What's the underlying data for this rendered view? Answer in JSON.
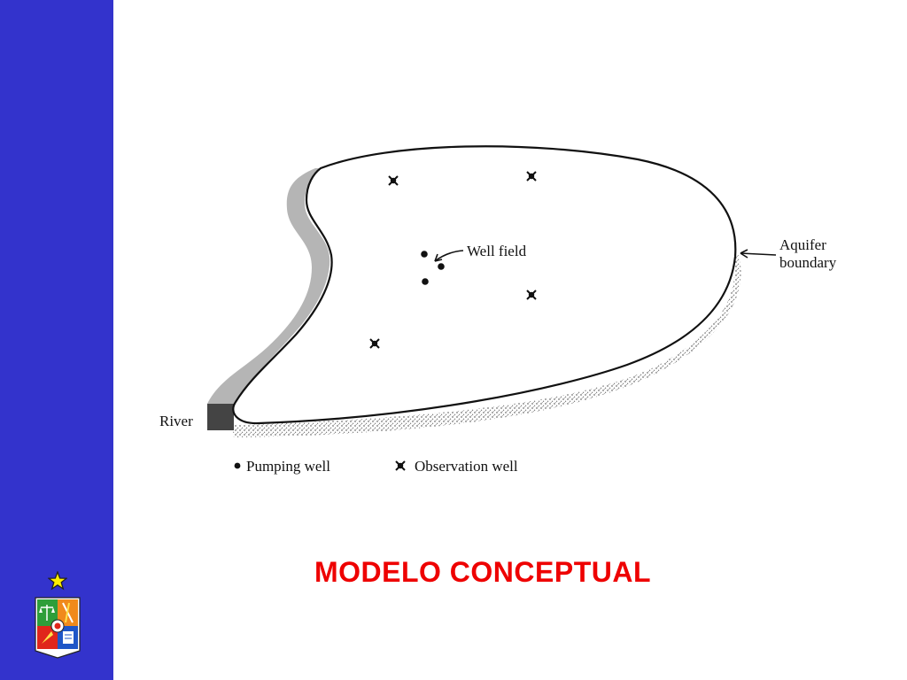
{
  "slide": {
    "title": "MODELO CONCEPTUAL"
  },
  "diagram": {
    "labels": {
      "well_field": "Well field",
      "aquifer_boundary_line1": "Aquifer",
      "aquifer_boundary_line2": "boundary",
      "river": "River"
    },
    "legend": {
      "pumping_well": "Pumping well",
      "observation_well": "Observation well"
    }
  },
  "colors": {
    "sidebar": "#3333cc",
    "title": "#ee0000",
    "star": "#ffee00"
  }
}
